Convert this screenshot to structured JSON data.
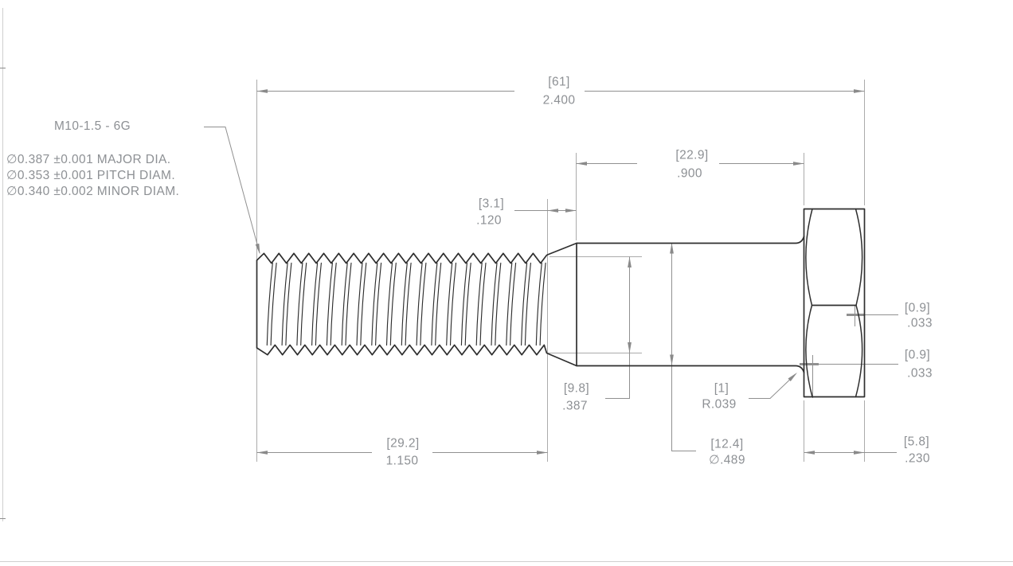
{
  "callout": {
    "thread": "M10-1.5 - 6G",
    "notes": [
      "∅0.387 ±0.001 MAJOR DIA.",
      "∅0.353 ±0.001 PITCH DIAM.",
      "∅0.340 ±0.002 MINOR DIAM."
    ]
  },
  "dimensions": {
    "overall_length": {
      "mm": "[61]",
      "in": "2.400"
    },
    "thread_length": {
      "mm": "[29.2]",
      "in": "1.150"
    },
    "shank_length": {
      "mm": "[22.9]",
      "in": ".900"
    },
    "thread_runout": {
      "mm": "[3.1]",
      "in": ".120"
    },
    "thread_major_dia": {
      "mm": "[9.8]",
      "in": ".387"
    },
    "shank_dia": {
      "mm": "[12.4]",
      "in": "∅.489"
    },
    "fillet_radius": {
      "mm": "[1]",
      "in": "R.039"
    },
    "head_chamfer_upper": {
      "mm": "[0.9]",
      "in": ".033"
    },
    "head_chamfer_lower": {
      "mm": "[0.9]",
      "in": ".033"
    },
    "head_width": {
      "mm": "[5.8]",
      "in": ".230"
    }
  },
  "colors": {
    "part_line": "#2f2f2f",
    "dim_line": "#909090",
    "ext_line": "#ababab",
    "text": "#8d9094",
    "border": "#cfcfcf"
  }
}
